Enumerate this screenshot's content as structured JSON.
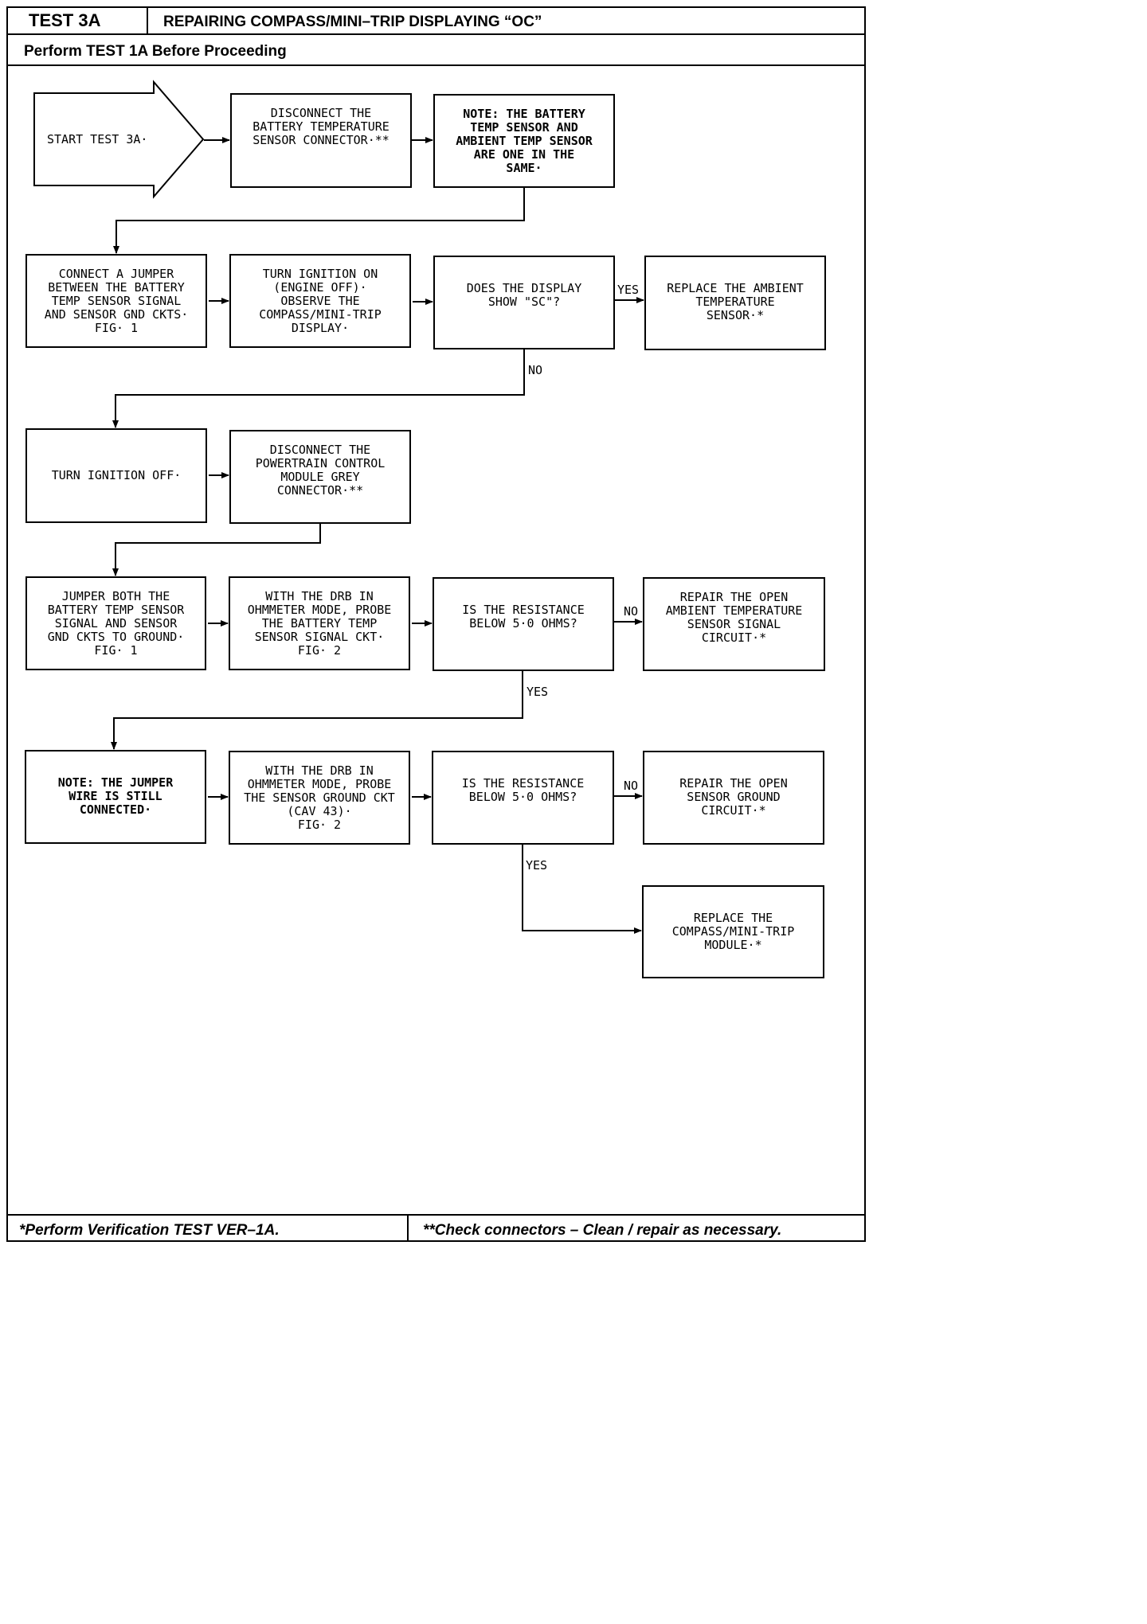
{
  "header": {
    "test_id": "TEST 3A",
    "title": "REPAIRING COMPASS/MINI–TRIP DISPLAYING “OC”",
    "subheader": "Perform TEST 1A Before Proceeding"
  },
  "boxes": {
    "start": "START TEST 3A·",
    "disconnect_bat_temp": "DISCONNECT THE\nBATTERY TEMPERATURE\nSENSOR CONNECTOR·**",
    "note_same": "NOTE: THE BATTERY\nTEMP SENSOR AND\nAMBIENT TEMP SENSOR\nARE ONE IN THE\nSAME·",
    "connect_jumper": "CONNECT A JUMPER\nBETWEEN THE BATTERY\nTEMP SENSOR SIGNAL\nAND SENSOR GND CKTS·\nFIG· 1",
    "turn_ign_on": "TURN IGNITION ON\n(ENGINE OFF)·\nOBSERVE THE\nCOMPASS/MINI-TRIP\nDISPLAY·",
    "display_sc": "DOES THE DISPLAY\nSHOW \"SC\"?",
    "replace_ambient": "REPLACE THE AMBIENT\nTEMPERATURE\nSENSOR·*",
    "turn_ign_off": "TURN IGNITION OFF·",
    "disconnect_pcm": "DISCONNECT THE\nPOWERTRAIN CONTROL\nMODULE GREY\nCONNECTOR·**",
    "jumper_both": "JUMPER BOTH THE\nBATTERY TEMP SENSOR\nSIGNAL AND SENSOR\nGND CKTS TO GROUND·\nFIG· 1",
    "probe_signal": "WITH THE DRB IN\nOHMMETER MODE, PROBE\nTHE BATTERY TEMP\nSENSOR SIGNAL CKT·\nFIG· 2",
    "resistance_1": "IS THE RESISTANCE\nBELOW 5·0 OHMS?",
    "repair_signal": "REPAIR THE OPEN\nAMBIENT TEMPERATURE\nSENSOR SIGNAL\nCIRCUIT·*",
    "note_jumper": "NOTE: THE JUMPER\nWIRE IS STILL\nCONNECTED·",
    "probe_ground": "WITH THE DRB IN\nOHMMETER MODE, PROBE\nTHE SENSOR GROUND CKT\n(CAV 43)·\nFIG· 2",
    "resistance_2": "IS THE RESISTANCE\nBELOW 5·0 OHMS?",
    "repair_ground": "REPAIR THE OPEN\nSENSOR GROUND\nCIRCUIT·*",
    "replace_module": "REPLACE THE\nCOMPASS/MINI-TRIP\nMODULE·*"
  },
  "labels": {
    "yes": "YES",
    "no": "NO"
  },
  "footer": {
    "left": "*Perform Verification TEST VER–1A.",
    "right": "**Check connectors – Clean / repair as necessary."
  }
}
